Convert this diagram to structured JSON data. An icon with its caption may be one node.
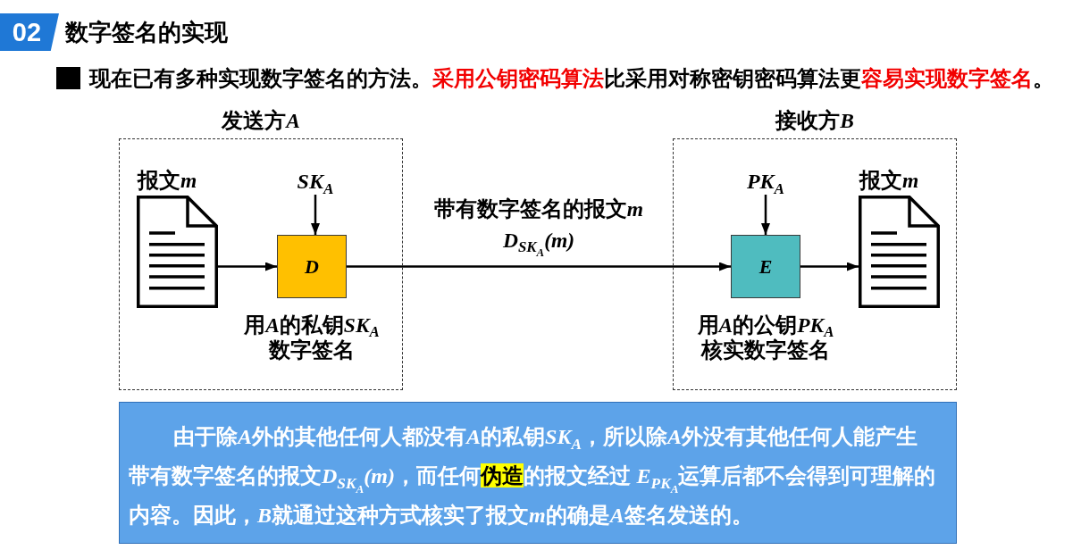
{
  "diagram": {
    "title": "数字签名的实现",
    "nodes": [
      {
        "text": [
          "发送方A"
        ]
      },
      {
        "text": [
          "报文m"
        ],
        "in": 0
      },
      {
        "text": [
          "SK$_{A}$"
        ],
        "in": 0
      },
      {
        "text": [
          "D"
        ],
        "in": 0,
        "beside": [
          "用A的私钥SK$_{A}$数字签名"
        ]
      },
      {
        "text": [
          "接收方B"
        ]
      },
      {
        "text": [
          "PK$_{A}$"
        ],
        "in": 4
      },
      {
        "text": [
          "E"
        ],
        "in": 4,
        "beside": [
          "用A的公钥PK$_{A}$核实数字签名"
        ]
      },
      {
        "text": [
          "报文m"
        ],
        "in": 4
      },
      {
        "text": [
          "由于除A外的其他任何人都没有A的私钥SK$_{A}$，所以除A外没有其他任何人能产生带有数字签名的报文D$_{SK}$$_{A}$(m)，而任何**伪造**的报文经过 E$_{PK}$$_{A}$运算后都不会得到可理解的内容。因此，B就通过这种方式核实了报文m的确是A签名发送的。"
        ]
      }
    ],
    "edges": [
      {
        "from": 1,
        "to": 3,
        "arrow": "to"
      },
      {
        "from": 2,
        "to": 3,
        "arrow": "to"
      },
      {
        "from": 3,
        "to": 6,
        "arrow": "to",
        "label": "带有数字签名的报文m D$_{SK}$$_{A}$(m)"
      },
      {
        "from": 5,
        "to": 6,
        "arrow": "to"
      },
      {
        "from": 6,
        "to": 7,
        "arrow": "to"
      }
    ],
    "labels": [
      "02",
      "现在已有多种实现数字签名的方法。**采用公钥密码算法**比采用对称密钥密码算法更**容易实现数字签名**。"
    ]
  }
}
